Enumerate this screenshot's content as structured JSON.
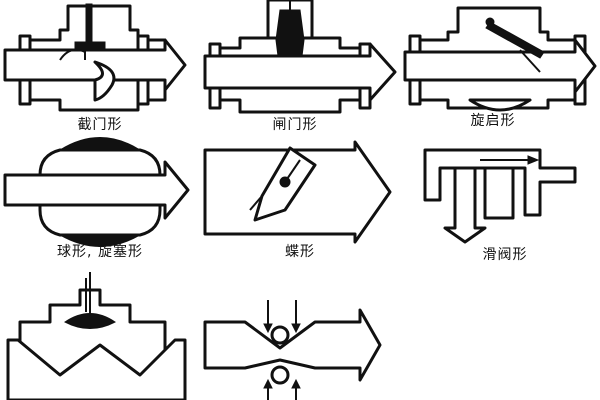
{
  "valves": [
    {
      "id": "globe",
      "label": "截门形"
    },
    {
      "id": "gate",
      "label": "闸门形"
    },
    {
      "id": "swing-check",
      "label": "旋启形"
    },
    {
      "id": "ball-plug",
      "label": "球形, 旋塞形"
    },
    {
      "id": "butterfly",
      "label": "蝶形"
    },
    {
      "id": "slide",
      "label": "滑阀形"
    }
  ],
  "colors": {
    "ink": "#111111",
    "background": "#ffffff"
  }
}
